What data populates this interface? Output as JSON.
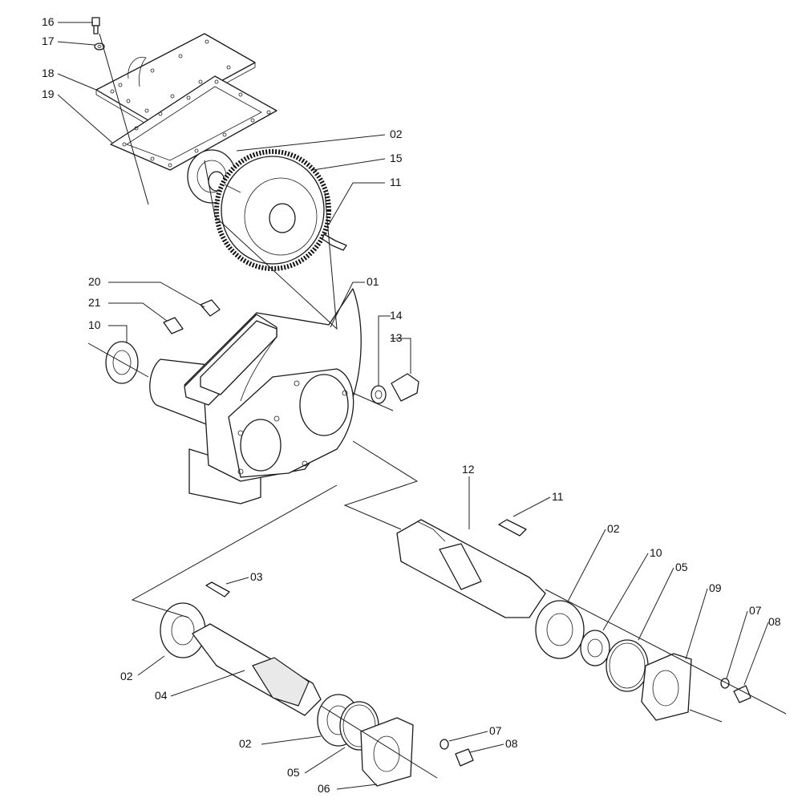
{
  "labels": [
    {
      "id": "16",
      "text": "16"
    },
    {
      "id": "17",
      "text": "17"
    },
    {
      "id": "18",
      "text": "18"
    },
    {
      "id": "19",
      "text": "19"
    },
    {
      "id": "02a",
      "text": "02"
    },
    {
      "id": "15",
      "text": "15"
    },
    {
      "id": "11a",
      "text": "11"
    },
    {
      "id": "20",
      "text": "20"
    },
    {
      "id": "01",
      "text": "01"
    },
    {
      "id": "21",
      "text": "21"
    },
    {
      "id": "14",
      "text": "14"
    },
    {
      "id": "10a",
      "text": "10"
    },
    {
      "id": "13",
      "text": "13"
    },
    {
      "id": "12",
      "text": "12"
    },
    {
      "id": "11b",
      "text": "11"
    },
    {
      "id": "02b",
      "text": "02"
    },
    {
      "id": "10b",
      "text": "10"
    },
    {
      "id": "05a",
      "text": "05"
    },
    {
      "id": "09",
      "text": "09"
    },
    {
      "id": "03",
      "text": "03"
    },
    {
      "id": "07a",
      "text": "07"
    },
    {
      "id": "08a",
      "text": "08"
    },
    {
      "id": "02c",
      "text": "02"
    },
    {
      "id": "04",
      "text": "04"
    },
    {
      "id": "07b",
      "text": "07"
    },
    {
      "id": "02d",
      "text": "02"
    },
    {
      "id": "08b",
      "text": "08"
    },
    {
      "id": "05b",
      "text": "05"
    },
    {
      "id": "06",
      "text": "06"
    }
  ]
}
